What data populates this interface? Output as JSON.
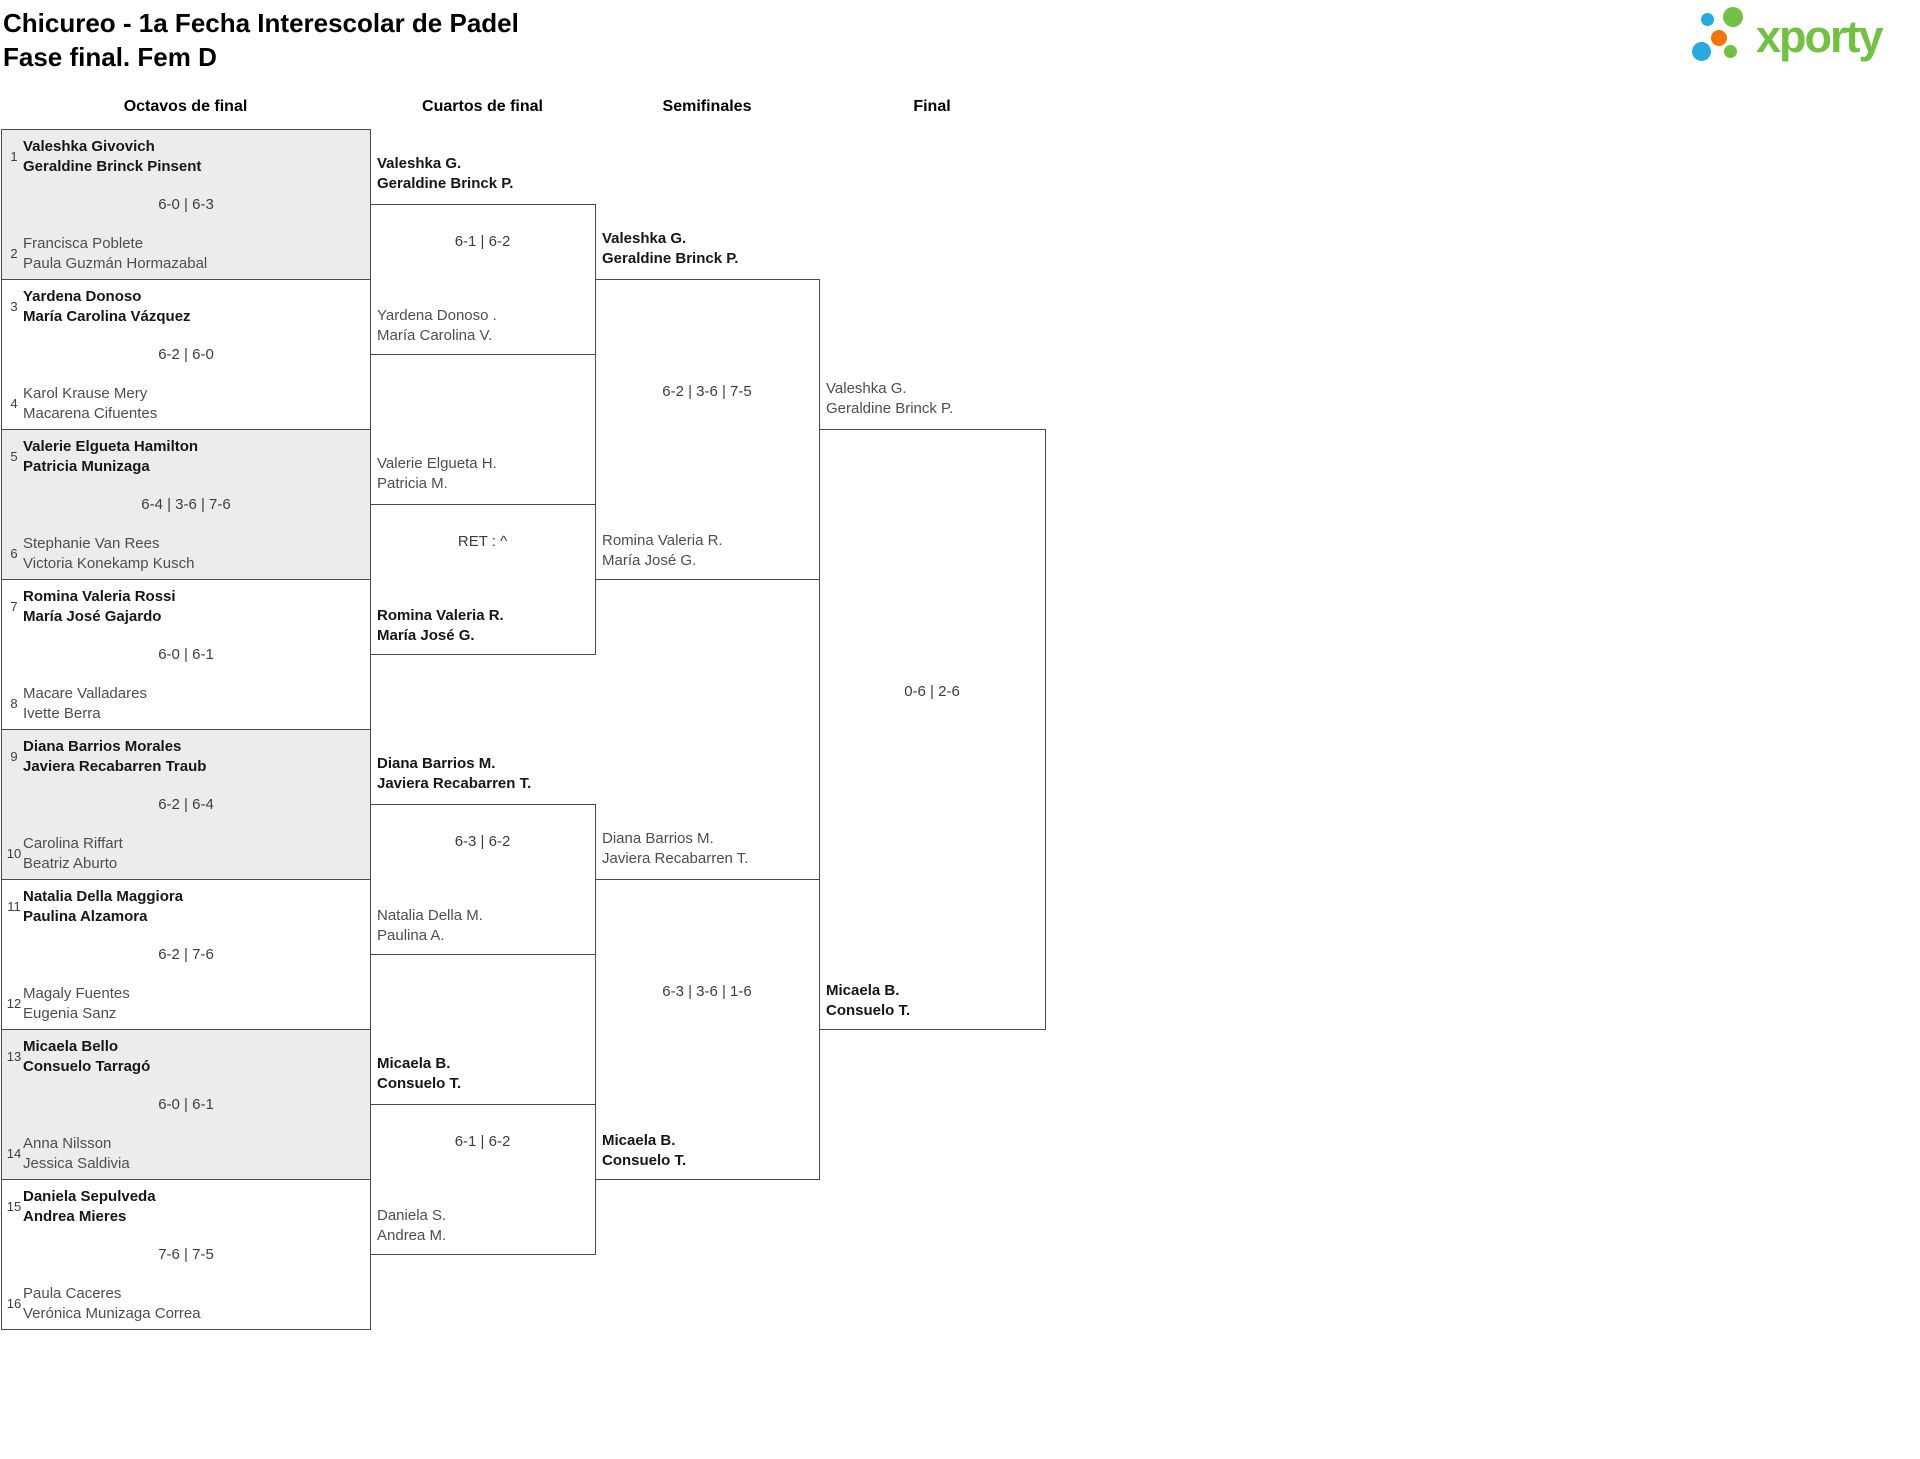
{
  "page": {
    "title": "Chicureo - 1a Fecha Interescolar de Padel",
    "subtitle": "Fase final. Fem D"
  },
  "logo": {
    "wordmark": "xporty"
  },
  "colors": {
    "logo_green": "#74c044",
    "logo_blue": "#29a9e0",
    "logo_orange": "#ee7601",
    "bracket_line": "#4b4b4b",
    "shaded_match": "#ececec",
    "winner_text": "#171717",
    "default_text": "#4e4e4e",
    "score_text": "#3d3d3d"
  },
  "bracket": {
    "rounds": [
      {
        "label": "Octavos de final",
        "matches": [
          {
            "score": "6-0 | 6-3",
            "top": {
              "seed": 1,
              "players": [
                "Valeshka Givovich",
                "Geraldine Brinck Pinsent"
              ],
              "winner": true
            },
            "bottom": {
              "seed": 2,
              "players": [
                "Francisca Poblete",
                "Paula Guzmán Hormazabal"
              ],
              "winner": false
            }
          },
          {
            "score": "6-2 | 6-0",
            "top": {
              "seed": 3,
              "players": [
                "Yardena Donoso",
                "María Carolina Vázquez"
              ],
              "winner": true
            },
            "bottom": {
              "seed": 4,
              "players": [
                "Karol Krause Mery",
                "Macarena Cifuentes"
              ],
              "winner": false
            }
          },
          {
            "score": "6-4 | 3-6 | 7-6",
            "top": {
              "seed": 5,
              "players": [
                "Valerie Elgueta Hamilton",
                "Patricia Munizaga"
              ],
              "winner": true
            },
            "bottom": {
              "seed": 6,
              "players": [
                "Stephanie Van Rees",
                "Victoria Konekamp Kusch"
              ],
              "winner": false
            }
          },
          {
            "score": "6-0 | 6-1",
            "top": {
              "seed": 7,
              "players": [
                "Romina Valeria Rossi",
                "María José Gajardo"
              ],
              "winner": true
            },
            "bottom": {
              "seed": 8,
              "players": [
                "Macare Valladares",
                "Ivette Berra"
              ],
              "winner": false
            }
          },
          {
            "score": "6-2 | 6-4",
            "top": {
              "seed": 9,
              "players": [
                "Diana Barrios Morales",
                "Javiera Recabarren Traub"
              ],
              "winner": true
            },
            "bottom": {
              "seed": 10,
              "players": [
                "Carolina Riffart",
                "Beatriz Aburto"
              ],
              "winner": false
            }
          },
          {
            "score": "6-2 | 7-6",
            "top": {
              "seed": 11,
              "players": [
                "Natalia Della Maggiora",
                "Paulina Alzamora"
              ],
              "winner": true
            },
            "bottom": {
              "seed": 12,
              "players": [
                "Magaly Fuentes",
                "Eugenia Sanz"
              ],
              "winner": false
            }
          },
          {
            "score": "6-0 | 6-1",
            "top": {
              "seed": 13,
              "players": [
                "Micaela Bello",
                "Consuelo Tarragó"
              ],
              "winner": true
            },
            "bottom": {
              "seed": 14,
              "players": [
                "Anna Nilsson",
                "Jessica Saldivia"
              ],
              "winner": false
            }
          },
          {
            "score": "7-6 | 7-5",
            "top": {
              "seed": 15,
              "players": [
                "Daniela Sepulveda",
                "Andrea Mieres"
              ],
              "winner": true
            },
            "bottom": {
              "seed": 16,
              "players": [
                "Paula Caceres",
                "Verónica Munizaga Correa"
              ],
              "winner": false
            }
          }
        ]
      },
      {
        "label": "Cuartos de final",
        "matches": [
          {
            "score": "6-1 | 6-2",
            "top": {
              "players": [
                "Valeshka G.",
                "Geraldine Brinck P."
              ],
              "winner": true
            },
            "bottom": {
              "players": [
                "Yardena Donoso .",
                "María Carolina V."
              ],
              "winner": false
            }
          },
          {
            "score": "RET : ^",
            "top": {
              "players": [
                "Valerie Elgueta H.",
                "Patricia M."
              ],
              "winner": false
            },
            "bottom": {
              "players": [
                "Romina Valeria R.",
                "María José G."
              ],
              "winner": true
            }
          },
          {
            "score": "6-3 | 6-2",
            "top": {
              "players": [
                "Diana Barrios M.",
                "Javiera Recabarren T."
              ],
              "winner": true
            },
            "bottom": {
              "players": [
                "Natalia Della M.",
                "Paulina A."
              ],
              "winner": false
            }
          },
          {
            "score": "6-1 | 6-2",
            "top": {
              "players": [
                "Micaela B.",
                "Consuelo T."
              ],
              "winner": true
            },
            "bottom": {
              "players": [
                "Daniela S.",
                "Andrea M."
              ],
              "winner": false
            }
          }
        ]
      },
      {
        "label": "Semifinales",
        "matches": [
          {
            "score": "6-2 | 3-6 | 7-5",
            "top": {
              "players": [
                "Valeshka G.",
                "Geraldine Brinck P."
              ],
              "winner": true
            },
            "bottom": {
              "players": [
                "Romina Valeria R.",
                "María José G."
              ],
              "winner": false
            }
          },
          {
            "score": "6-3 | 3-6 | 1-6",
            "top": {
              "players": [
                "Diana Barrios M.",
                "Javiera Recabarren T."
              ],
              "winner": false
            },
            "bottom": {
              "players": [
                "Micaela B.",
                "Consuelo T."
              ],
              "winner": true
            }
          }
        ]
      },
      {
        "label": "Final",
        "matches": [
          {
            "score": "0-6 | 2-6",
            "top": {
              "players": [
                "Valeshka G.",
                "Geraldine Brinck P."
              ],
              "winner": false
            },
            "bottom": {
              "players": [
                "Micaela B.",
                "Consuelo T."
              ],
              "winner": true
            }
          }
        ]
      }
    ]
  }
}
